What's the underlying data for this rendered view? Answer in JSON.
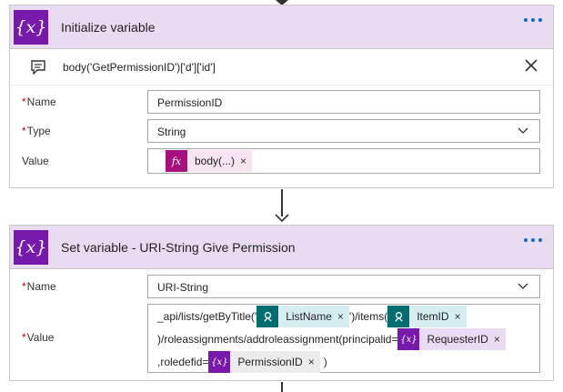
{
  "card1": {
    "title": "Initialize variable",
    "comment": "body('GetPermissionID')['d']['id']",
    "fields": {
      "name_label": "Name",
      "name_value": "PermissionID",
      "type_label": "Type",
      "type_value": "String",
      "value_label": "Value",
      "value_token": "body(...)"
    }
  },
  "card2": {
    "title": "Set variable - URI-String Give Permission",
    "fields": {
      "name_label": "Name",
      "name_value": "URI-String",
      "value_label": "Value"
    },
    "value_parts": {
      "line1_a": "_api/lists/getByTitle('",
      "token_listname": "ListName",
      "line1_b": "')/items(",
      "token_itemid": "ItemID",
      "line2_a": ")/roleassignments/addroleassignment(principalid=",
      "token_requesterid": "RequesterID",
      "line3_a": ",roledefid=",
      "token_permissionid": "PermissionID",
      "line3_b": ")"
    }
  },
  "symbols": {
    "required": "*",
    "remove": "×",
    "var_glyph": "{x}",
    "expr_glyph": "fx",
    "header_glyph": "{x}"
  },
  "colors": {
    "variable_accent": "#7719aa",
    "header_bg": "#e9dcf2",
    "sharepoint_accent": "#036c70",
    "expression_accent": "#a5117d"
  }
}
